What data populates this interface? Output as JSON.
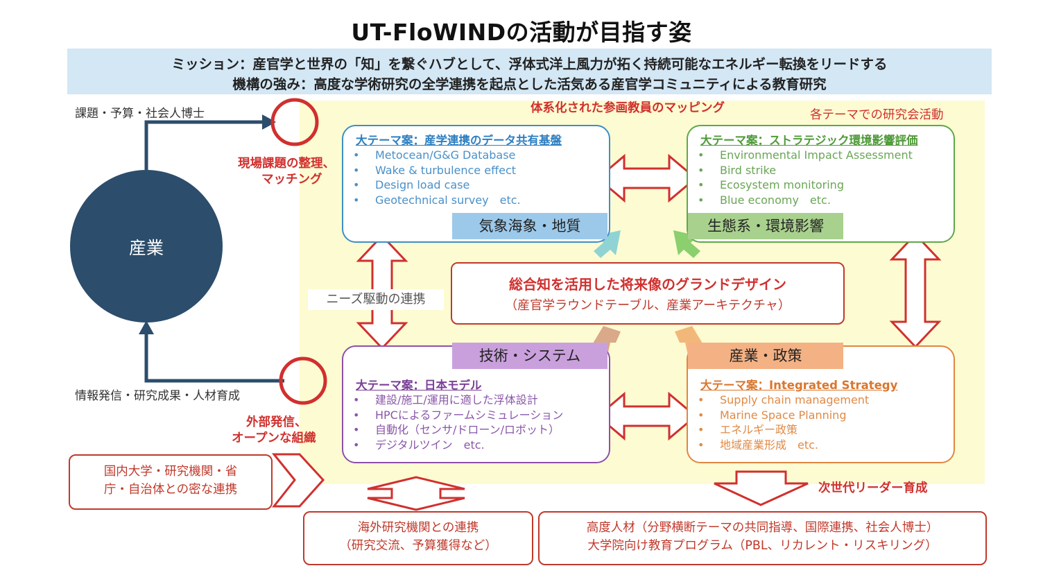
{
  "title": "UT-FloWINDの活動が目指す姿",
  "banner": {
    "mission": "ミッション：産官学と世界の「知」を繋ぐハブとして、浮体式洋上風力が拓く持続可能なエネルギー転換をリードする",
    "strength": "機構の強み：高度な学術研究の全学連携を起点とした活気ある産官学コミュニティによる教育研究"
  },
  "left": {
    "top_label": "課題・予算・社会人博士",
    "bottom_label": "情報発信・研究成果・人材育成",
    "industry": "産業",
    "matching_line1": "現場課題の整理、",
    "matching_line2": "マッチング",
    "outreach_line1": "外部発信、",
    "outreach_line2": "オープンな組織",
    "domestic_line1": "国内大学・研究機関・省",
    "domestic_line2": "庁・自治体との密な連携"
  },
  "headers": {
    "mapping": "体系化された参画教員のマッピング",
    "study_groups": "各テーマでの研究会活動",
    "needs": "ニーズ駆動の連携",
    "next_gen": "次世代リーダー育成"
  },
  "panels": {
    "data": {
      "title": "大テーマ案：産学連携のデータ共有基盤",
      "items": [
        "Metocean/G&G Database",
        "Wake & turbulence effect",
        "Design load case",
        "Geotechnical survey　etc."
      ],
      "tag": "気象海象・地質",
      "color": "#3a8fc8"
    },
    "env": {
      "title": "大テーマ案：ストラテジック環境影響評価",
      "items": [
        "Environmental Impact Assessment",
        "Bird strike",
        "Ecosystem monitoring",
        "Blue economy　etc."
      ],
      "tag": "生態系・環境影響",
      "color": "#5ea84a"
    },
    "tech": {
      "title": "大テーマ案：日本モデル",
      "items": [
        "建設/施工/運用に適した浮体設計",
        "HPCによるファームシミュレーション",
        "自動化（センサ/ドローン/ロボット）",
        "デジタルツイン　etc."
      ],
      "tag": "技術・システム",
      "color": "#8e4fa8"
    },
    "policy": {
      "title": "大テーマ案：Integrated Strategy",
      "items": [
        "Supply chain management",
        "Marine Space Planning",
        "エネルギー政策",
        "地域産業形成　etc."
      ],
      "tag": "産業・政策",
      "color": "#e0873f"
    }
  },
  "center": {
    "line1": "総合知を活用した将来像のグランドデザイン",
    "line2": "（産官学ラウンドテーブル、産業アーキテクチャ）"
  },
  "bottom": {
    "overseas_line1": "海外研究機関との連携",
    "overseas_line2": "（研究交流、予算獲得など）",
    "talent_line1": "高度人材（分野横断テーマの共同指導、国際連携、社会人博士）",
    "talent_line2": "大学院向け教育プログラム（PBL、リカレント・リスキリング）"
  },
  "colors": {
    "navy": "#2c4d6b",
    "red": "#d0302e",
    "banner": "#d3e7f5",
    "yellow": "#fdfbd2"
  }
}
